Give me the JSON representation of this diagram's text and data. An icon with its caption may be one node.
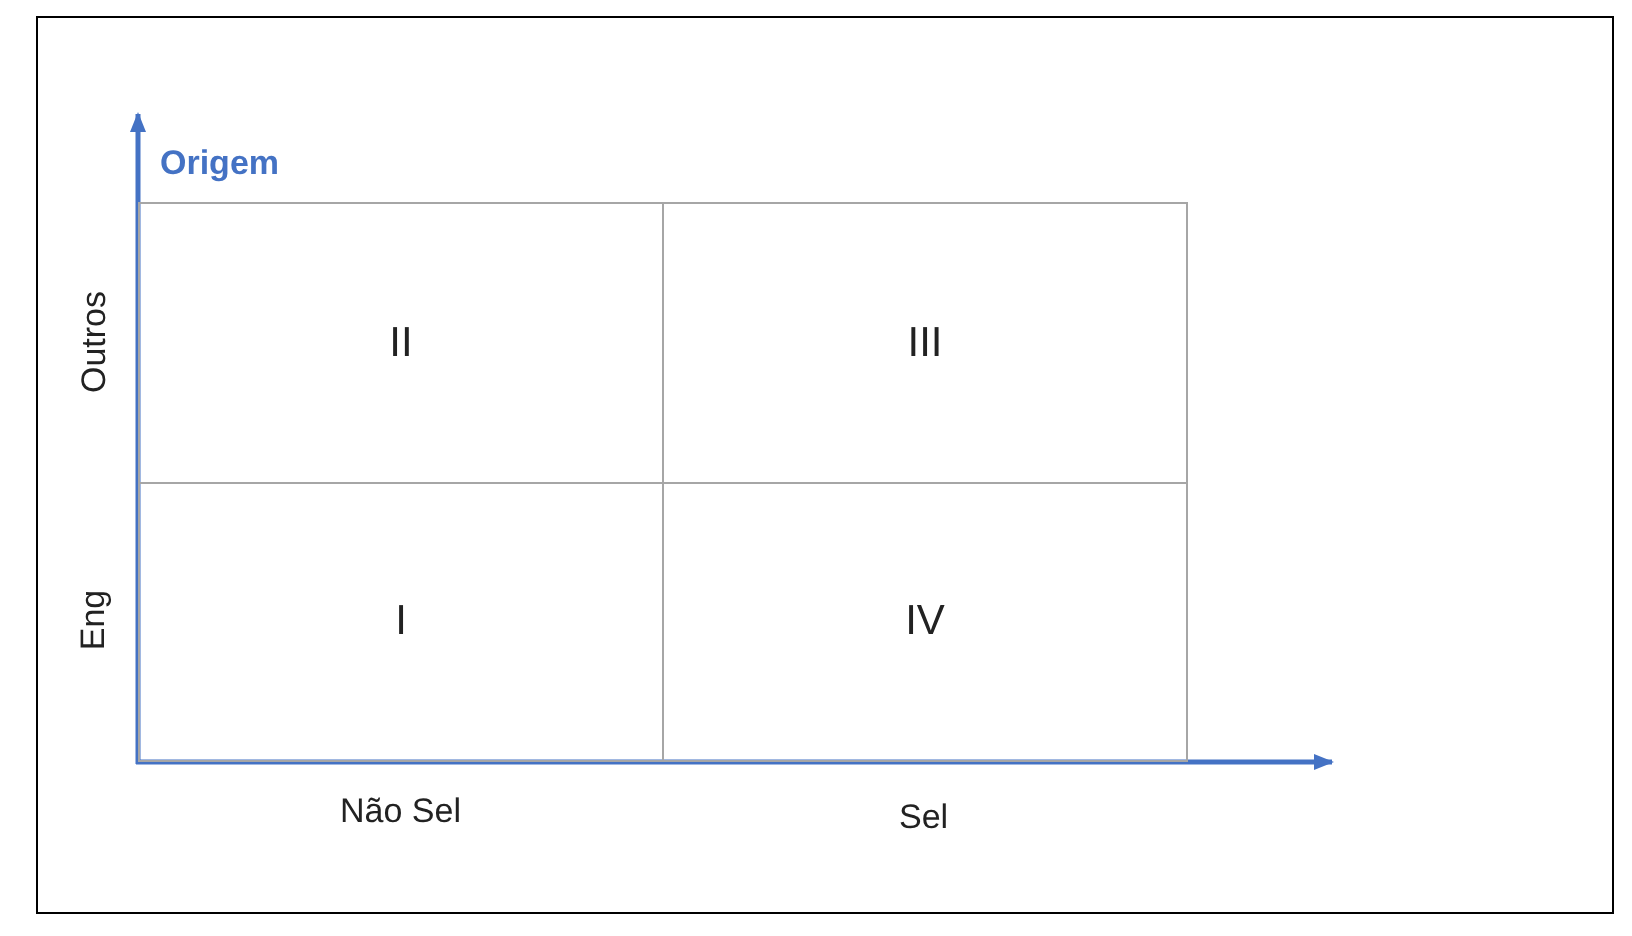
{
  "diagram": {
    "nodes": [
      {
        "text": [
          "II"
        ]
      },
      {
        "text": [
          "III"
        ]
      },
      {
        "text": [
          "I"
        ]
      },
      {
        "text": [
          "IV"
        ]
      }
    ],
    "labels": [
      "Origem",
      "Outros",
      "Eng",
      "Não Sel",
      "Sel"
    ]
  }
}
